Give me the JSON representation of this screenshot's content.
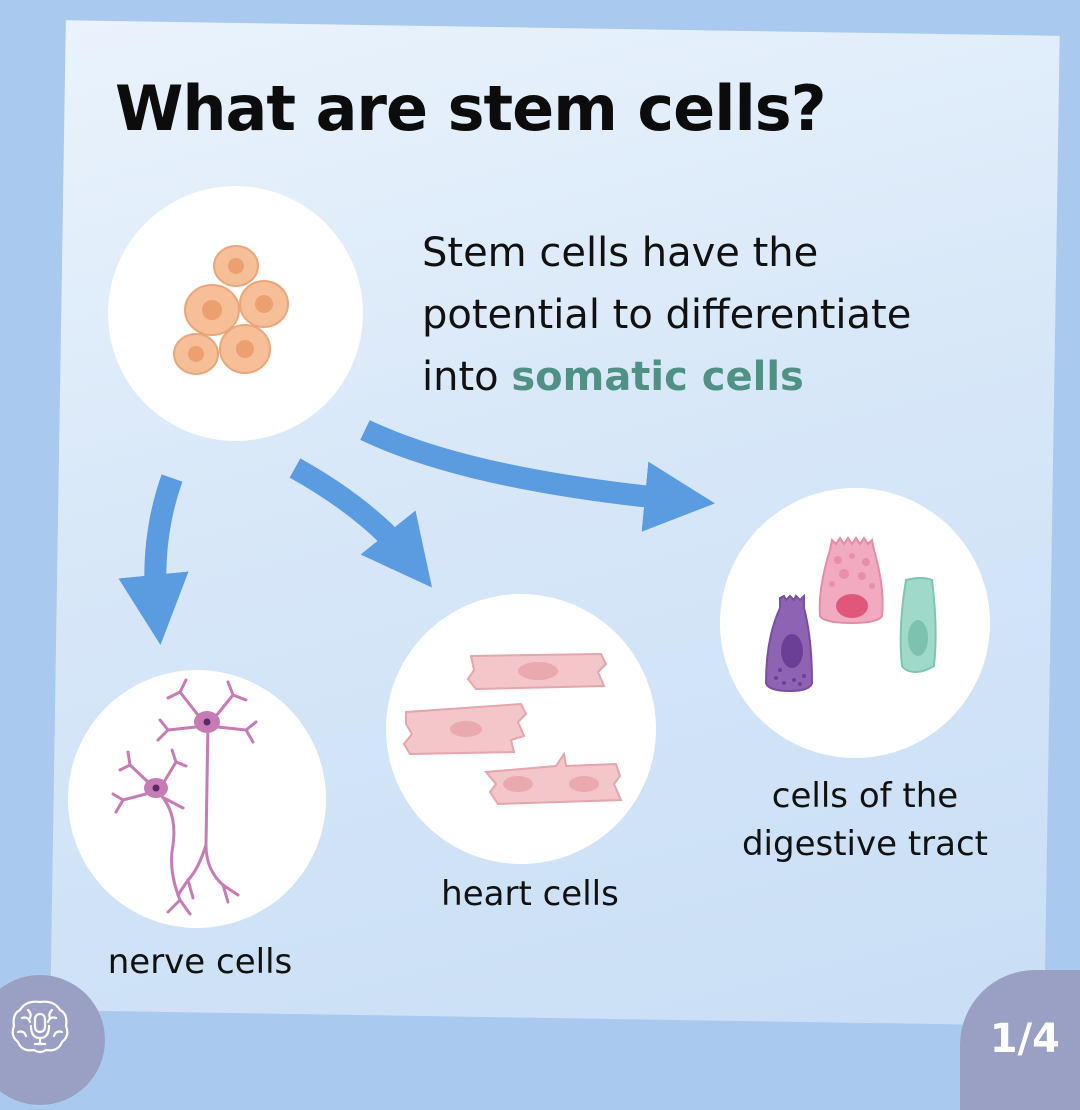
{
  "title": "What are stem cells?",
  "intro": {
    "text_before": "Stem cells have the potential to differentiate into ",
    "highlight": "somatic cells"
  },
  "labels": {
    "nerve": "nerve cells",
    "heart": "heart cells",
    "digestive_line1": "cells of the",
    "digestive_line2": "digestive tract"
  },
  "page_indicator": "1/4",
  "icons": {
    "logo": "brain-microphone-icon"
  },
  "colors": {
    "background": "#a9c9ee",
    "arrow": "#5b9be0",
    "highlight": "#4f9185",
    "stem_cell": "#f6bf97",
    "neuron": "#c77bb4",
    "heart_cell": "#f3c6c9",
    "goblet": "#8f63b3",
    "secretory": "#f2aac0",
    "columnar": "#9fd9c9",
    "corner": "#9aa0c4"
  }
}
